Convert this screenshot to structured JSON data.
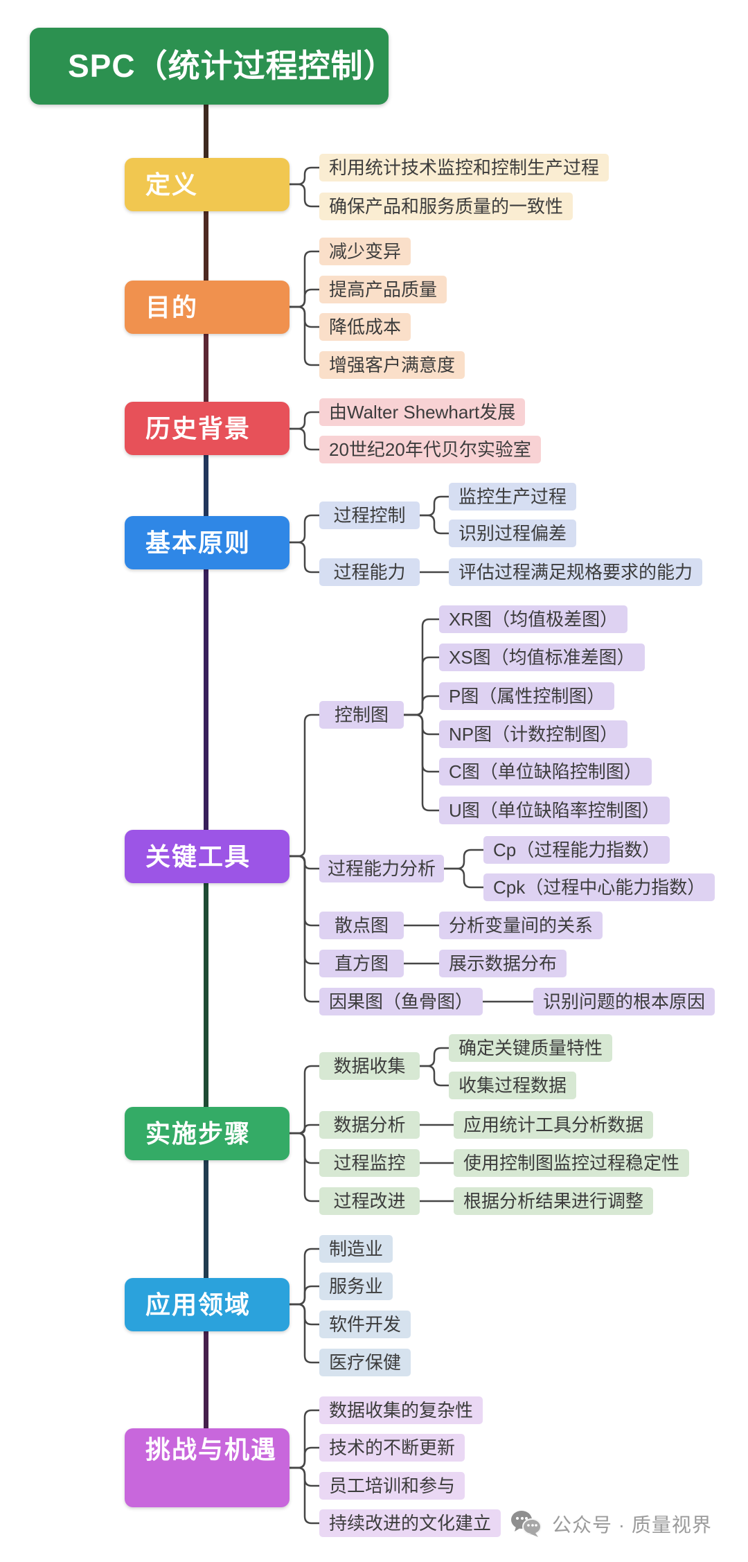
{
  "title": "SPC（统计过程控制）",
  "watermark": {
    "icon": "wechat-bubbles-icon",
    "text": "公众号 · 质量视界"
  },
  "palette": {
    "title_green": "#2c9150",
    "definition_yellow": "#f1c750",
    "purpose_orange": "#f0914e",
    "history_red": "#e75159",
    "principles_blue": "#2f87e6",
    "tools_purple": "#9c55e6",
    "steps_green": "#34ab66",
    "domains_cyan": "#2ba2dc",
    "challenges_magenta": "#c867dc",
    "connector_gray": "#464646"
  },
  "sections": [
    {
      "label": "定义",
      "children": [
        {
          "label": "利用统计技术监控和控制生产过程"
        },
        {
          "label": "确保产品和服务质量的一致性"
        }
      ]
    },
    {
      "label": "目的",
      "children": [
        {
          "label": "减少变异"
        },
        {
          "label": "提高产品质量"
        },
        {
          "label": "降低成本"
        },
        {
          "label": "增强客户满意度"
        }
      ]
    },
    {
      "label": "历史背景",
      "children": [
        {
          "label": "由Walter Shewhart发展"
        },
        {
          "label": "20世纪20年代贝尔实验室"
        }
      ]
    },
    {
      "label": "基本原则",
      "children": [
        {
          "label": "过程控制",
          "children": [
            {
              "label": "监控生产过程"
            },
            {
              "label": "识别过程偏差"
            }
          ]
        },
        {
          "label": "过程能力",
          "children": [
            {
              "label": "评估过程满足规格要求的能力"
            }
          ]
        }
      ]
    },
    {
      "label": "关键工具",
      "children": [
        {
          "label": "控制图",
          "children": [
            {
              "label": "XR图（均值极差图）"
            },
            {
              "label": "XS图（均值标准差图）"
            },
            {
              "label": "P图（属性控制图）"
            },
            {
              "label": "NP图（计数控制图）"
            },
            {
              "label": "C图（单位缺陷控制图）"
            },
            {
              "label": "U图（单位缺陷率控制图）"
            }
          ]
        },
        {
          "label": "过程能力分析",
          "children": [
            {
              "label": "Cp（过程能力指数）"
            },
            {
              "label": "Cpk（过程中心能力指数）"
            }
          ]
        },
        {
          "label": "散点图",
          "children": [
            {
              "label": "分析变量间的关系"
            }
          ]
        },
        {
          "label": "直方图",
          "children": [
            {
              "label": "展示数据分布"
            }
          ]
        },
        {
          "label": "因果图（鱼骨图）",
          "children": [
            {
              "label": "识别问题的根本原因"
            }
          ]
        }
      ]
    },
    {
      "label": "实施步骤",
      "children": [
        {
          "label": "数据收集",
          "children": [
            {
              "label": "确定关键质量特性"
            },
            {
              "label": "收集过程数据"
            }
          ]
        },
        {
          "label": "数据分析",
          "children": [
            {
              "label": "应用统计工具分析数据"
            }
          ]
        },
        {
          "label": "过程监控",
          "children": [
            {
              "label": "使用控制图监控过程稳定性"
            }
          ]
        },
        {
          "label": "过程改进",
          "children": [
            {
              "label": "根据分析结果进行调整"
            }
          ]
        }
      ]
    },
    {
      "label": "应用领域",
      "children": [
        {
          "label": "制造业"
        },
        {
          "label": "服务业"
        },
        {
          "label": "软件开发"
        },
        {
          "label": "医疗保健"
        }
      ]
    },
    {
      "label": "挑战与机遇",
      "children": [
        {
          "label": "数据收集的复杂性"
        },
        {
          "label": "技术的不断更新"
        },
        {
          "label": "员工培训和参与"
        },
        {
          "label": "持续改进的文化建立"
        }
      ]
    }
  ]
}
